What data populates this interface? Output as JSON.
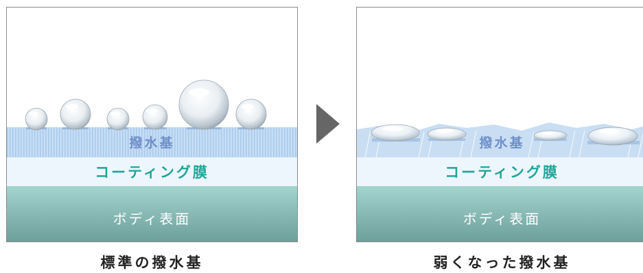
{
  "left_panel": {
    "water_label": "撥水基",
    "coating_label": "コーティング膜",
    "body_label": "ボディ表面",
    "caption": "標準の撥水基"
  },
  "right_panel": {
    "water_label": "撥水基",
    "coating_label": "コーティング膜",
    "body_label": "ボディ表面",
    "caption": "弱くなった撥水基"
  },
  "arrow_icon": "triangle-right-arrow-icon",
  "colors": {
    "water_layer": "#b8d6f2",
    "coating_layer": "#eef6fd",
    "body_top": "#a3d4cf",
    "body_bottom": "#6c9e9a",
    "arrow": "#666666"
  }
}
